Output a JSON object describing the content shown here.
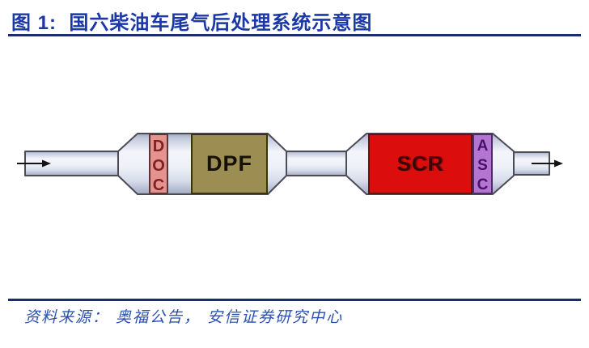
{
  "header": {
    "title": "图 1:  国六柴油车尾气后处理系统示意图"
  },
  "diagram": {
    "flow_direction": "left-to-right",
    "inlet_arrow": "→",
    "outlet_arrow": "→",
    "components": [
      {
        "label": "DOC",
        "color": "#e4938f",
        "text_color": "#7e2320"
      },
      {
        "label": "DPF",
        "color": "#9c8e52",
        "text_color": "#141005"
      },
      {
        "label": "SCR",
        "color": "#db0d0d",
        "text_color": "#3b0606"
      },
      {
        "label": "ASC",
        "color": "#b375d1",
        "text_color": "#471166"
      }
    ]
  },
  "footer": {
    "source": "资料来源： 奥福公告， 安信证券研究中心"
  },
  "colors": {
    "title_blue": "#1c38a6",
    "rule_navy": "#1a2d6e",
    "source_blue": "#2b4fad",
    "pipe_outline": "#4c4c56",
    "pipe_fill_light": "#f3f5fb",
    "pipe_fill_dark": "#9fa8bf",
    "arrow_black": "#151515"
  }
}
